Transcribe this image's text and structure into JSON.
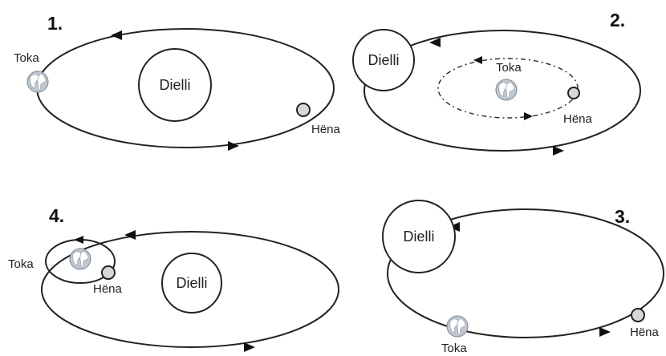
{
  "panels": [
    {
      "number": "1.",
      "sun": "Dielli",
      "earth": "Toka",
      "moon": "Hëna"
    },
    {
      "number": "2.",
      "sun": "Dielli",
      "earth": "Toka",
      "moon": "Hëna"
    },
    {
      "number": "3.",
      "sun": "Dielli",
      "earth": "Toka",
      "moon": "Hëna"
    },
    {
      "number": "4.",
      "sun": "Dielli",
      "earth": "Toka",
      "moon": "Hëna"
    }
  ],
  "icons": {
    "earth": "globe-icon"
  },
  "colors": {
    "moon": "#d7d7d7",
    "earth": "#bfc8cf",
    "line": "#222222"
  }
}
